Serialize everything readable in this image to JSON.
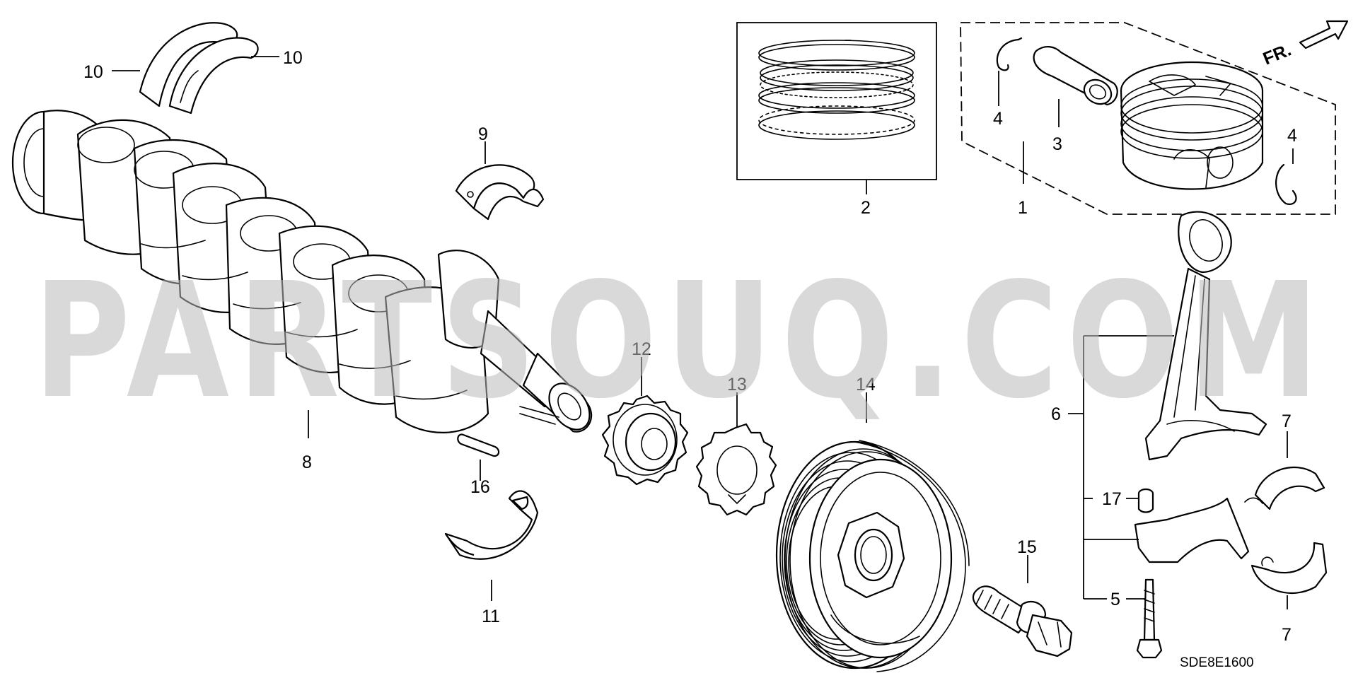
{
  "watermark": "PARTSOUQ.COM",
  "diagram_code": "SDE8E1600",
  "front_indicator": "FR.",
  "callouts": [
    {
      "id": "c10a",
      "text": "10"
    },
    {
      "id": "c10b",
      "text": "10"
    },
    {
      "id": "c9",
      "text": "9"
    },
    {
      "id": "c8",
      "text": "8"
    },
    {
      "id": "c16",
      "text": "16"
    },
    {
      "id": "c11",
      "text": "11"
    },
    {
      "id": "c12",
      "text": "12"
    },
    {
      "id": "c13",
      "text": "13"
    },
    {
      "id": "c14",
      "text": "14"
    },
    {
      "id": "c15",
      "text": "15"
    },
    {
      "id": "c2",
      "text": "2"
    },
    {
      "id": "c1",
      "text": "1"
    },
    {
      "id": "c3",
      "text": "3"
    },
    {
      "id": "c4a",
      "text": "4"
    },
    {
      "id": "c4b",
      "text": "4"
    },
    {
      "id": "c6",
      "text": "6"
    },
    {
      "id": "c7a",
      "text": "7"
    },
    {
      "id": "c7b",
      "text": "7"
    },
    {
      "id": "c17",
      "text": "17"
    },
    {
      "id": "c5",
      "text": "5"
    }
  ]
}
